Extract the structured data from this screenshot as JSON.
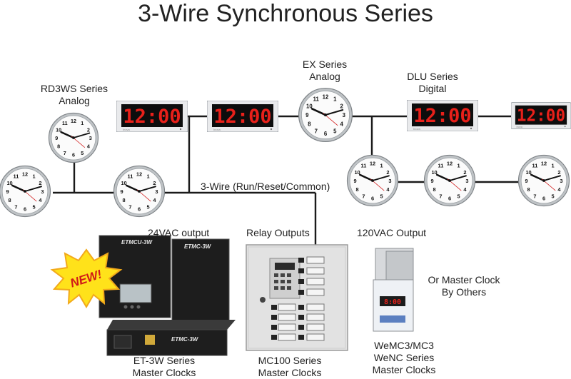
{
  "title": "3-Wire Synchronous Series",
  "labels": {
    "rd3ws_line1": "RD3WS Series",
    "rd3ws_line2": "Analog",
    "ex_line1": "EX Series",
    "ex_line2": "Analog",
    "dlu_line1": "DLU Series",
    "dlu_line2": "Digital",
    "wire": "3-Wire (Run/Reset/Common)",
    "vac24": "24VAC output",
    "relay": "Relay Outputs",
    "vac120": "120VAC Output",
    "others_line1": "Or Master Clock",
    "others_line2": "By Others",
    "et3w_line1": "ET-3W Series",
    "et3w_line2": "Master Clocks",
    "mc100_line1": "MC100 Series",
    "mc100_line2": "Master Clocks",
    "wemc3_line1": "WeMC3/MC3",
    "wemc3_line2": "WeNC Series",
    "wemc3_line3": "Master Clocks"
  },
  "badge": "NEW!",
  "digital_time": "12:00",
  "device_text": {
    "etmcu": "ETMCU-3W",
    "etmc_a": "ETMC-3W",
    "etmc_b": "ETMC-3W"
  },
  "colors": {
    "wire": "#1a1a1a",
    "digit": "#e8201a",
    "badge_fill": "#ffe21a",
    "badge_text": "#d01818"
  }
}
